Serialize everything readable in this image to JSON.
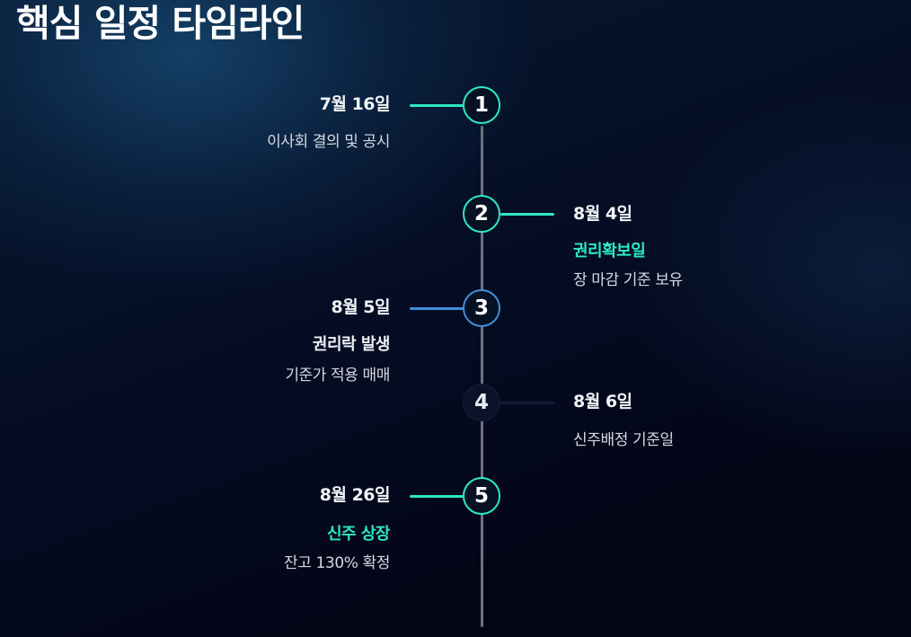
{
  "title": "핵심 일정 타임라인",
  "colors": {
    "accent_teal": "#2ee8c1",
    "accent_blue": "#3f8fd8",
    "axis_gray": "#6f7180",
    "background": "#050d24"
  },
  "milestones": [
    {
      "step": "1",
      "date": "7월 16일",
      "event": "",
      "desc": "이사회 결의 및 공시"
    },
    {
      "step": "2",
      "date": "8월 4일",
      "event": "권리확보일",
      "desc": "장 마감 기준 보유"
    },
    {
      "step": "3",
      "date": "8월 5일",
      "event": "권리락 발생",
      "desc": "기준가 적용 매매"
    },
    {
      "step": "4",
      "date": "8월 6일",
      "event": "",
      "desc": "신주배정 기준일"
    },
    {
      "step": "5",
      "date": "8월 26일",
      "event": "신주 상장",
      "desc": "잔고 130% 확정"
    }
  ]
}
